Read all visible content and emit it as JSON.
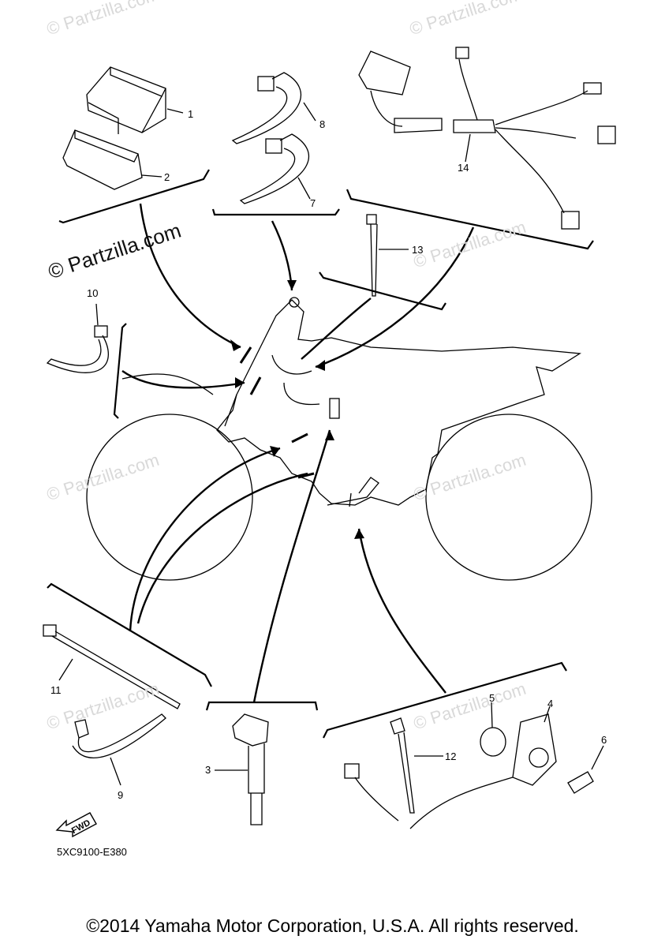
{
  "watermarks": {
    "text": "© Partzilla.com",
    "main": "© Partzilla.com"
  },
  "callouts": [
    "1",
    "2",
    "3",
    "4",
    "5",
    "6",
    "7",
    "8",
    "9",
    "10",
    "11",
    "12",
    "13",
    "14"
  ],
  "fwd_label": "FWD",
  "diagram_code": "5XC9100-E380",
  "copyright": "©2014 Yamaha Motor Corporation, U.S.A. All rights reserved."
}
